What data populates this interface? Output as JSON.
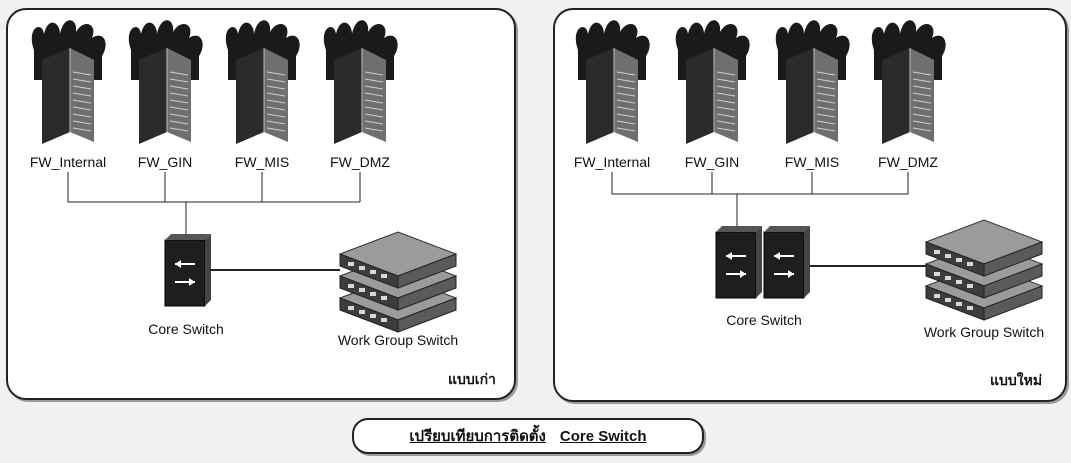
{
  "left": {
    "firewalls": [
      "FW_Internal",
      "FW_GIN",
      "FW_MIS",
      "FW_DMZ"
    ],
    "core_switch_label": "Core Switch",
    "workgroup_label": "Work Group Switch",
    "corner_label": "แบบเก่า"
  },
  "right": {
    "firewalls": [
      "FW_Internal",
      "FW_GIN",
      "FW_MIS",
      "FW_DMZ"
    ],
    "core_switch_label": "Core Switch",
    "workgroup_label": "Work Group Switch",
    "corner_label": "แบบใหม่"
  },
  "caption": {
    "part1": "เปรียบเทียบการติดตั้ง",
    "part2": "Core Switch"
  },
  "colors": {
    "outline": "#222222",
    "device": "#2b2b2b",
    "flame": "#1a1a1a",
    "device_face": "#6f6f6f"
  }
}
